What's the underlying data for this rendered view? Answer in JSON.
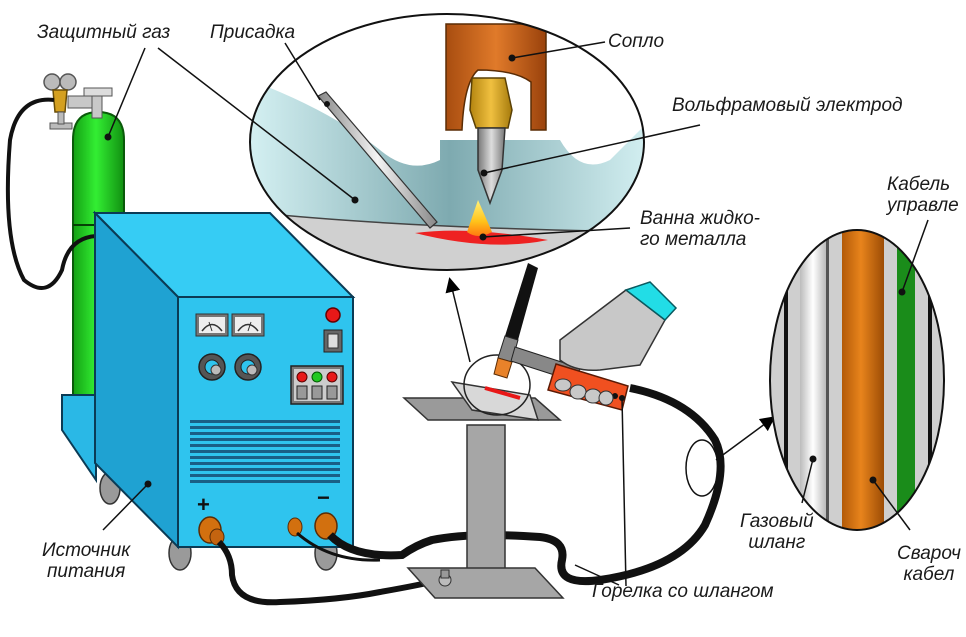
{
  "diagram": {
    "title": "TIG welding setup",
    "labels": {
      "shielding_gas": "Защитный газ",
      "filler_rod": "Присадка",
      "nozzle": "Сопло",
      "tungsten_electrode": "Вольфрамовый электрод",
      "weld_pool_line1": "Ванна жидко-",
      "weld_pool_line2": "го металла",
      "control_cable_line1": "Кабель",
      "control_cable_line2": "управле",
      "gas_hose_line1": "Газовый",
      "gas_hose_line2": "шланг",
      "welding_cable_line1": "Свароч",
      "welding_cable_line2": "кабел",
      "power_source_line1": "Источник",
      "power_source_line2": "питания",
      "torch_with_hose": "Горелка со шлангом"
    },
    "terminals": {
      "positive": "+",
      "negative": "−"
    },
    "colors": {
      "machine_front": "#2fc4ee",
      "machine_side": "#1fa2d2",
      "machine_top": "#36ccf4",
      "cylinder": "#22cc22",
      "nozzle_copper": "#c8611a",
      "collet_gold": "#d4a020",
      "shield_gas_zone": "#bfe3e8",
      "weld_pool": "#ee2222",
      "flame_yellow": "#ffd21a",
      "torch_handle": "#f05020",
      "glove": "#c8c8c8",
      "cuff": "#22dde6",
      "cable_copper": "#d2700f",
      "control_wire": "#1a8c1a",
      "led_red": "#e81818",
      "led_green": "#22c822",
      "table_gray": "#a6a6a6"
    }
  }
}
